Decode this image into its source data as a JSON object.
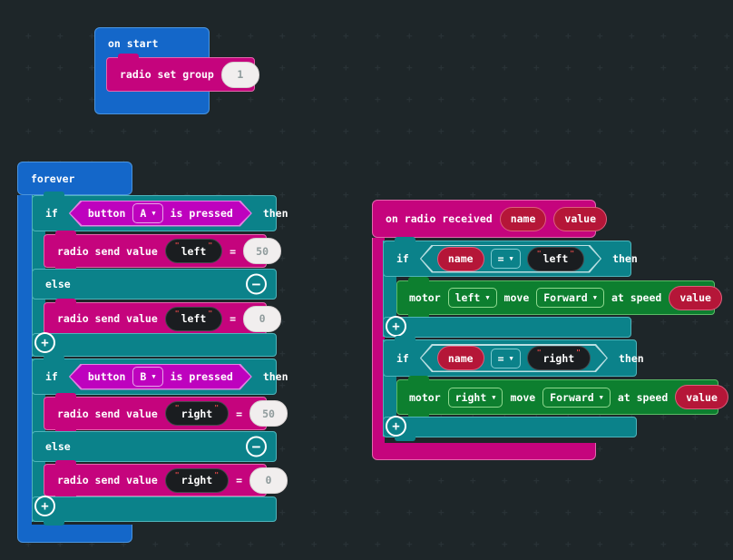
{
  "colors": {
    "background": "#1e2629",
    "grid_dot": "#293236",
    "basic_blue": "#1467c9",
    "radio_magenta": "#c5047d",
    "logic_teal": "#0b828a",
    "motor_green": "#0d7f2f",
    "input_purple": "#be02be",
    "variable_red": "#b51638",
    "field_dark": "#1a1d20",
    "field_light": "#f1eeee",
    "quote_red": "#e04848"
  },
  "icons": {
    "caret": "▼",
    "plus": "+",
    "minus": "−",
    "quote": "\""
  },
  "on_start": {
    "title": "on start",
    "radio_set_group": {
      "label": "radio set group",
      "group": "1"
    }
  },
  "forever": {
    "title": "forever",
    "if_a": {
      "if_label": "if",
      "then_label": "then",
      "else_label": "else",
      "condition": {
        "prefix": "button",
        "selection": "A",
        "suffix": "is pressed"
      },
      "send_then": {
        "label": "radio send value",
        "name": "left",
        "op": "=",
        "value": "50"
      },
      "send_else": {
        "label": "radio send value",
        "name": "left",
        "op": "=",
        "value": "0"
      }
    },
    "if_b": {
      "if_label": "if",
      "then_label": "then",
      "else_label": "else",
      "condition": {
        "prefix": "button",
        "selection": "B",
        "suffix": "is pressed"
      },
      "send_then": {
        "label": "radio send value",
        "name": "right",
        "op": "=",
        "value": "50"
      },
      "send_else": {
        "label": "radio send value",
        "name": "right",
        "op": "=",
        "value": "0"
      }
    }
  },
  "on_radio": {
    "title": "on radio received",
    "param_name": "name",
    "param_value": "value",
    "if_left": {
      "if_label": "if",
      "then_label": "then",
      "condition": {
        "var": "name",
        "op": "=",
        "string": "left"
      },
      "motor": {
        "label": "motor",
        "selection": "left",
        "move_label": "move",
        "direction": "Forward",
        "speed_label": "at speed",
        "speed_value": "value"
      }
    },
    "if_right": {
      "if_label": "if",
      "then_label": "then",
      "condition": {
        "var": "name",
        "op": "=",
        "string": "right"
      },
      "motor": {
        "label": "motor",
        "selection": "right",
        "move_label": "move",
        "direction": "Forward",
        "speed_label": "at speed",
        "speed_value": "value"
      }
    }
  }
}
